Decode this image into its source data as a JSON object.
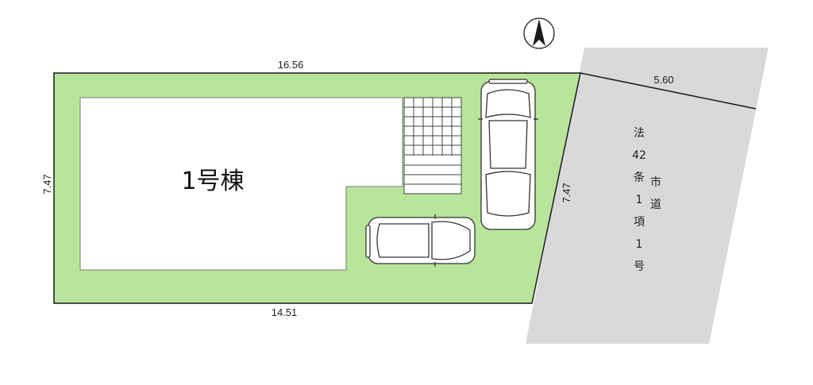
{
  "site": {
    "dim_top": "16.56",
    "dim_bottom": "14.51",
    "dim_left": "7.47",
    "dim_right": "7.47"
  },
  "building": {
    "label": "1号棟"
  },
  "road": {
    "width": "5.60",
    "legal_lines": [
      "法",
      "42",
      "条",
      "1",
      "項",
      "1",
      "号"
    ],
    "type_lines": [
      "市",
      "道"
    ]
  },
  "north_arrow": {
    "icon": "north-arrow-icon"
  },
  "colors": {
    "lot": "#b9e59a",
    "road": "#d9d9d9",
    "outline": "#1a1a1a"
  }
}
